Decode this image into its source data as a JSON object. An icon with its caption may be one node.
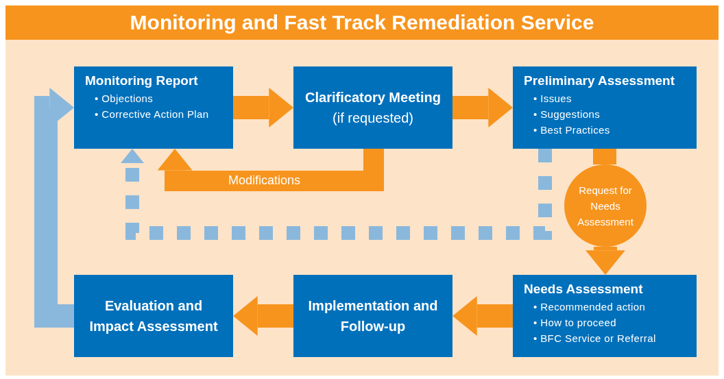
{
  "diagram": {
    "title": "Monitoring and Fast Track Remediation Service",
    "nodes": [
      {
        "text": [
          "Monitoring Report",
          "• Objections",
          "• Corrective Action Plan"
        ]
      },
      {
        "text": [
          "Clarificatory Meeting",
          "(if requested)"
        ]
      },
      {
        "text": [
          "Preliminary Assessment",
          "• Issues",
          "• Suggestions",
          "• Best Practices"
        ]
      },
      {
        "text": [
          "Request for Needs Assessment"
        ]
      },
      {
        "text": [
          "Needs Assessment",
          "• Recommended action",
          "• How to proceed",
          "• BFC Service or Referral"
        ]
      },
      {
        "text": [
          "Implementation and Follow-up"
        ]
      },
      {
        "text": [
          "Evaluation and Impact Assessment"
        ]
      }
    ],
    "edges": [
      {
        "from": 0,
        "to": 1,
        "arrow": "to"
      },
      {
        "from": 1,
        "to": 2,
        "arrow": "to"
      },
      {
        "from": 1,
        "to": 0,
        "arrow": "to",
        "label": "Modifications"
      },
      {
        "from": 2,
        "to": 0,
        "arrow": "to",
        "style": "dashed",
        "color": "#8ab8dc"
      },
      {
        "from": 2,
        "to": 3,
        "arrow": "none"
      },
      {
        "from": 3,
        "to": 4,
        "arrow": "to"
      },
      {
        "from": 4,
        "to": 5,
        "arrow": "to"
      },
      {
        "from": 5,
        "to": 6,
        "arrow": "to"
      },
      {
        "from": 6,
        "to": 0,
        "arrow": "to",
        "color": "#8ab8dc"
      }
    ]
  }
}
